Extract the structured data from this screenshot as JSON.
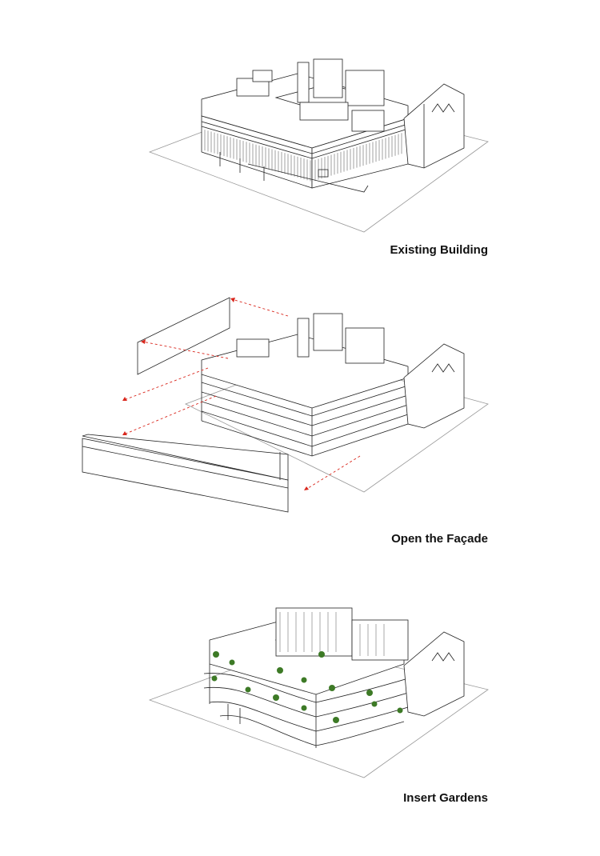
{
  "steps": [
    {
      "caption": "Existing Building"
    },
    {
      "caption": "Open the Façade"
    },
    {
      "caption": "Insert Gardens"
    }
  ],
  "colors": {
    "line": "#222222",
    "site": "#9a9a9a",
    "arrow": "#d9261c",
    "greenery": "#3d7a26"
  },
  "icons": [
    "arrow-dashed-red",
    "tree-cluster"
  ]
}
